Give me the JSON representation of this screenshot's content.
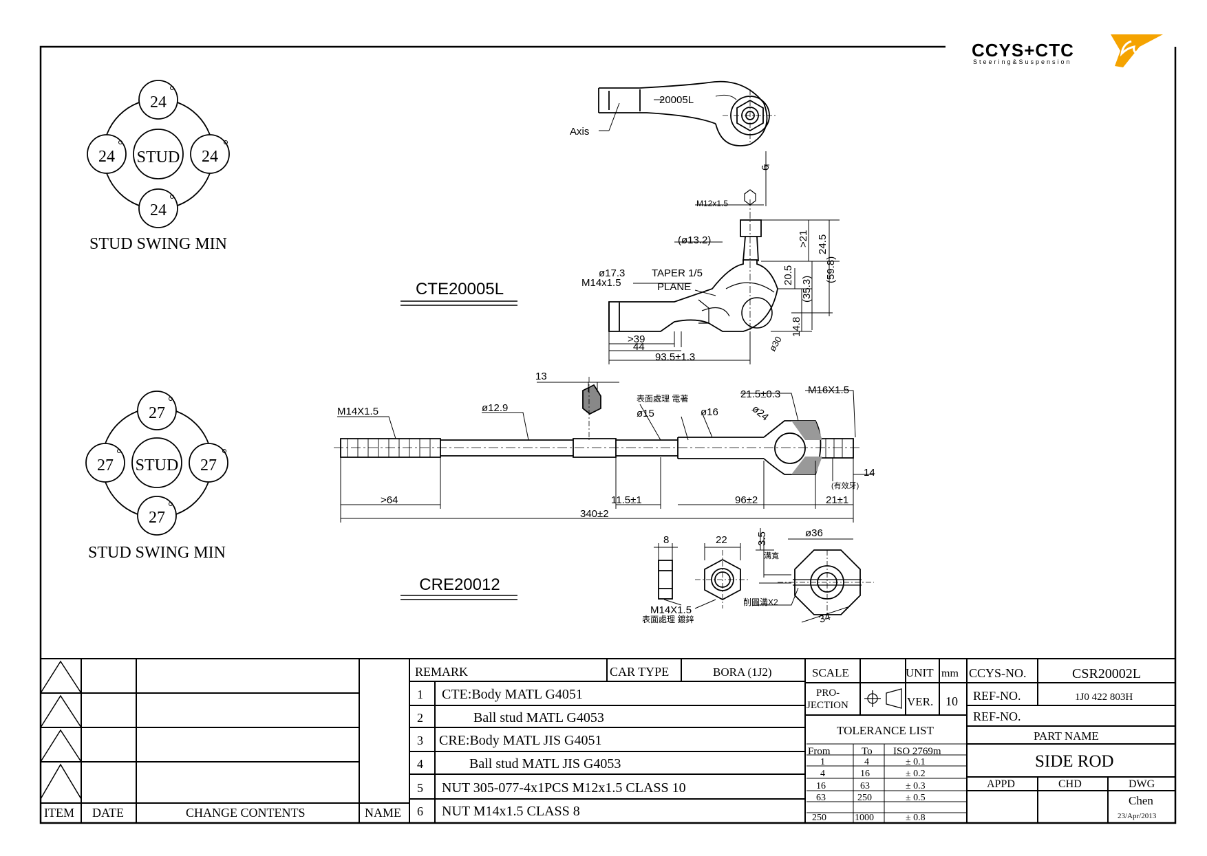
{
  "logo": {
    "brand": "CCYS+CTC",
    "tagline": "Steering&Suspension",
    "accent": "#f5a300",
    "grey": "#8a8a8a"
  },
  "swing1": {
    "top": "24",
    "left": "24",
    "right": "24",
    "bottom": "24",
    "center": "STUD",
    "caption": "STUD SWING MIN"
  },
  "swing2": {
    "top": "27",
    "left": "27",
    "right": "27",
    "bottom": "27",
    "center": "STUD",
    "caption": "STUD SWING MIN"
  },
  "cte": {
    "label": "CTE20005L",
    "part_mark": "20005L",
    "axis": "Axis",
    "dims": {
      "d6": "6",
      "m12": "M12x1.5",
      "d132": "(ø13.2)",
      "d173": "ø17.3",
      "taper": "TAPER 1/5",
      "m14": "M14x1.5",
      "plane": "PLANE",
      "d21": ">21",
      "d245": "24.5",
      "d205": "20.5",
      "d353": "(35.3)",
      "d598": "(59.8)",
      "d148": "14.8",
      "d39": ">39",
      "d44": "44",
      "d935": "93.5±1.3",
      "d30": "ø30"
    }
  },
  "cre": {
    "label": "CRE20012",
    "dims": {
      "m14": "M14X1.5",
      "d129": "ø12.9",
      "d13": "13",
      "cn1": "表面處理 電著",
      "d15": "ø15",
      "d16": "ø16",
      "d215": "21.5±0.3",
      "d24": "ø24",
      "m16": "M16X1.5",
      "d14": "14",
      "cn2": "(有效牙)",
      "d64": ">64",
      "d115": "11.5±1",
      "d96": "96±2",
      "d21": "21±1",
      "d340": "340±2",
      "n8": "8",
      "n22": "22",
      "n35": "3.5",
      "n36": "ø36",
      "cn3": "溝寬",
      "cn4": "削圓溝X2",
      "nm14": "M14X1.5",
      "cn5": "表面處理 鍍鋅",
      "n34": "34"
    }
  },
  "title_block": {
    "rev_headers": {
      "item": "ITEM",
      "date": "DATE",
      "change": "CHANGE CONTENTS",
      "name": "NAME"
    },
    "remark": "REMARK",
    "car_type_label": "CAR TYPE",
    "car_type": "BORA (1J2)",
    "remarks": [
      {
        "n": "1",
        "text": "CTE:Body MATL G4051"
      },
      {
        "n": "2",
        "text": "Ball stud MATL G4053"
      },
      {
        "n": "3",
        "text": "CRE:Body MATL JIS G4051"
      },
      {
        "n": "4",
        "text": "Ball stud MATL JIS G4053"
      },
      {
        "n": "5",
        "text": "NUT 305-077-4x1PCS M12x1.5 CLASS 10"
      },
      {
        "n": "6",
        "text": "NUT M14x1.5 CLASS 8"
      }
    ],
    "scale_label": "SCALE",
    "unit_label": "UNIT",
    "unit": "mm",
    "projection_1": "PRO-",
    "projection_2": "JECTION",
    "ver_label": "VER.",
    "ver": "10",
    "tolerance_title": "TOLERANCE LIST",
    "tol_headers": {
      "from": "From",
      "to": "To",
      "std": "ISO 2769m"
    },
    "tolerances": [
      {
        "from": "1",
        "to": "4",
        "tol": "± 0.1"
      },
      {
        "from": "4",
        "to": "16",
        "tol": "± 0.2"
      },
      {
        "from": "16",
        "to": "63",
        "tol": "± 0.3"
      },
      {
        "from": "63",
        "to": "250",
        "tol": "± 0.5"
      },
      {
        "from": "250",
        "to": "1000",
        "tol": "± 0.8"
      }
    ],
    "ccys_no_label": "CCYS-NO.",
    "ccys_no": "CSR20002L",
    "ref_no_label": "REF-NO.",
    "ref_no": "1J0 422 803H",
    "ref_no2_label": "REF-NO.",
    "part_name_label": "PART NAME",
    "part_name": "SIDE ROD",
    "appd": "APPD",
    "chd": "CHD",
    "dwg": "DWG",
    "drawer": "Chen",
    "date": "23/Apr/2013"
  }
}
